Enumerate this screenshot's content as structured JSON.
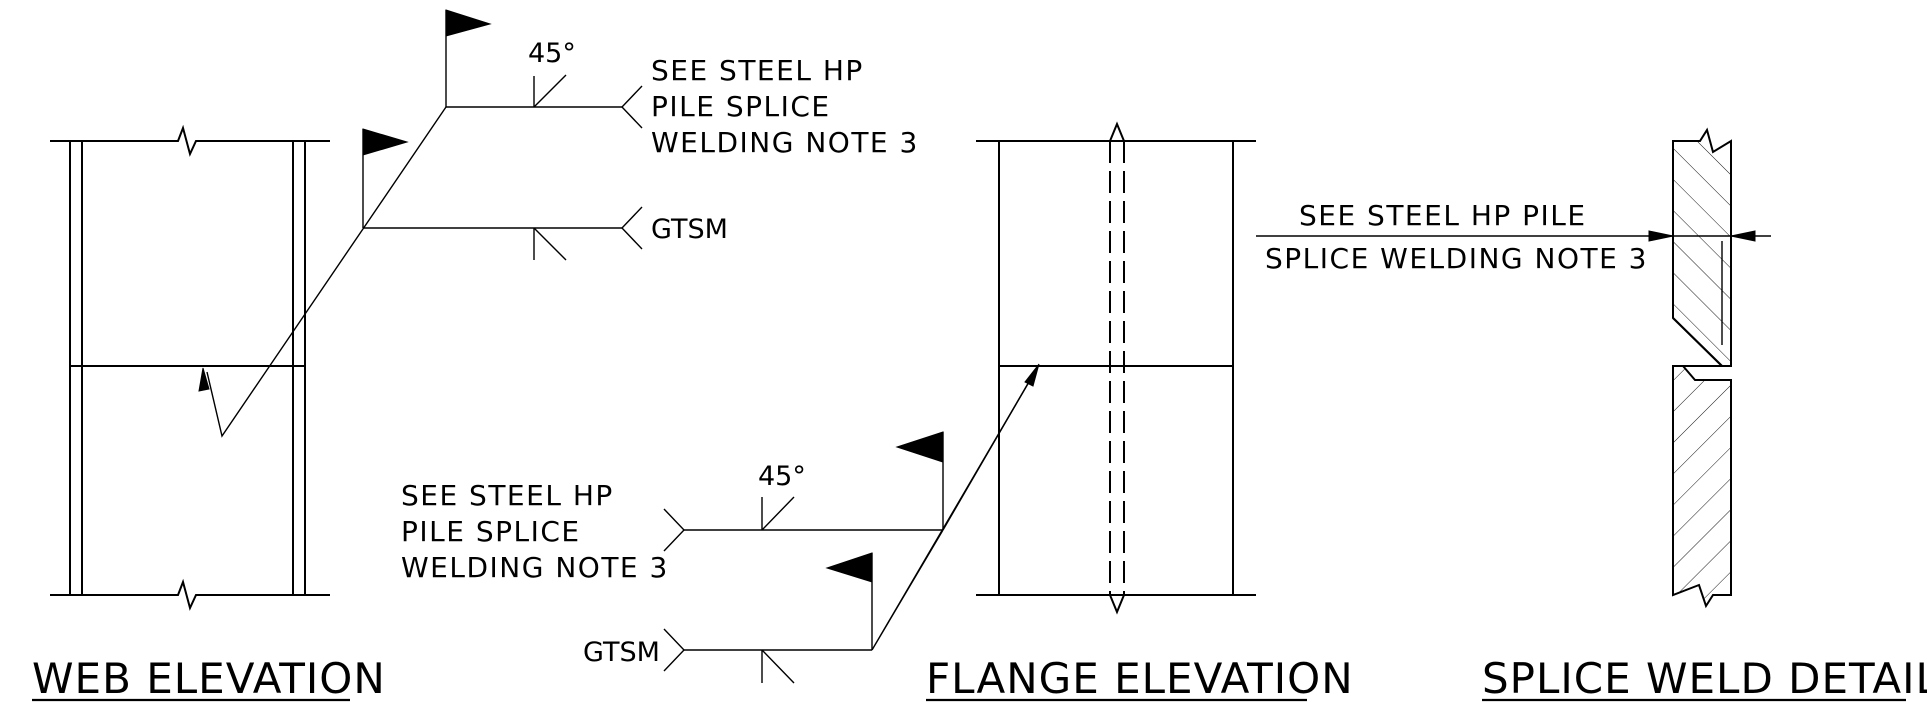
{
  "web_elevation": {
    "title": "WEB ELEVATION",
    "weld_note": [
      "SEE STEEL HP",
      "PILE SPLICE",
      "WELDING NOTE 3"
    ],
    "bevel_angle": "45°",
    "grind_note": "GTSM"
  },
  "flange_elevation": {
    "title": "FLANGE ELEVATION",
    "weld_note": [
      "SEE STEEL HP",
      "PILE SPLICE",
      "WELDING NOTE 3"
    ],
    "bevel_angle": "45°",
    "grind_note": "GTSM"
  },
  "splice_weld_detail": {
    "title": "SPLICE WELD DETAIL",
    "weld_note": [
      "SEE STEEL HP PILE",
      "SPLICE WELDING NOTE 3"
    ]
  }
}
